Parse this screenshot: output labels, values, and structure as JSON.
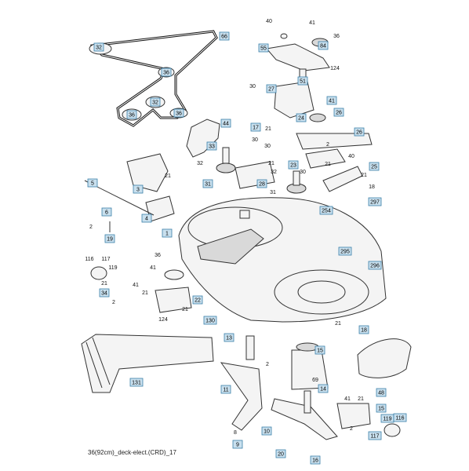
{
  "caption": "36(92cm)_deck-elect.(CRD)_17",
  "boxed_labels": [
    "66",
    "32",
    "36",
    "32",
    "36",
    "36",
    "55",
    "84",
    "27",
    "51",
    "41",
    "26",
    "44",
    "17",
    "24",
    "26",
    "33",
    "23",
    "25",
    "31",
    "28",
    "5",
    "3",
    "6",
    "4",
    "19",
    "1",
    "254",
    "297",
    "295",
    "296",
    "34",
    "22",
    "130",
    "13",
    "18",
    "15",
    "131",
    "11",
    "14",
    "16",
    "20",
    "48",
    "9",
    "10",
    "15",
    "119",
    "116",
    "117"
  ],
  "plain_labels": [
    "40",
    "41",
    "36",
    "124",
    "30",
    "30",
    "30",
    "21",
    "21",
    "2",
    "40",
    "21",
    "30",
    "32",
    "32",
    "31",
    "21",
    "18",
    "21",
    "2",
    "116",
    "117",
    "119",
    "21",
    "41",
    "36",
    "41",
    "21",
    "2",
    "124",
    "21",
    "2",
    "69",
    "21",
    "41",
    "21",
    "2",
    "8"
  ],
  "colors": {
    "box_fill": "#c9e0ee",
    "box_stroke": "#3a7fa8",
    "line": "#333333"
  }
}
